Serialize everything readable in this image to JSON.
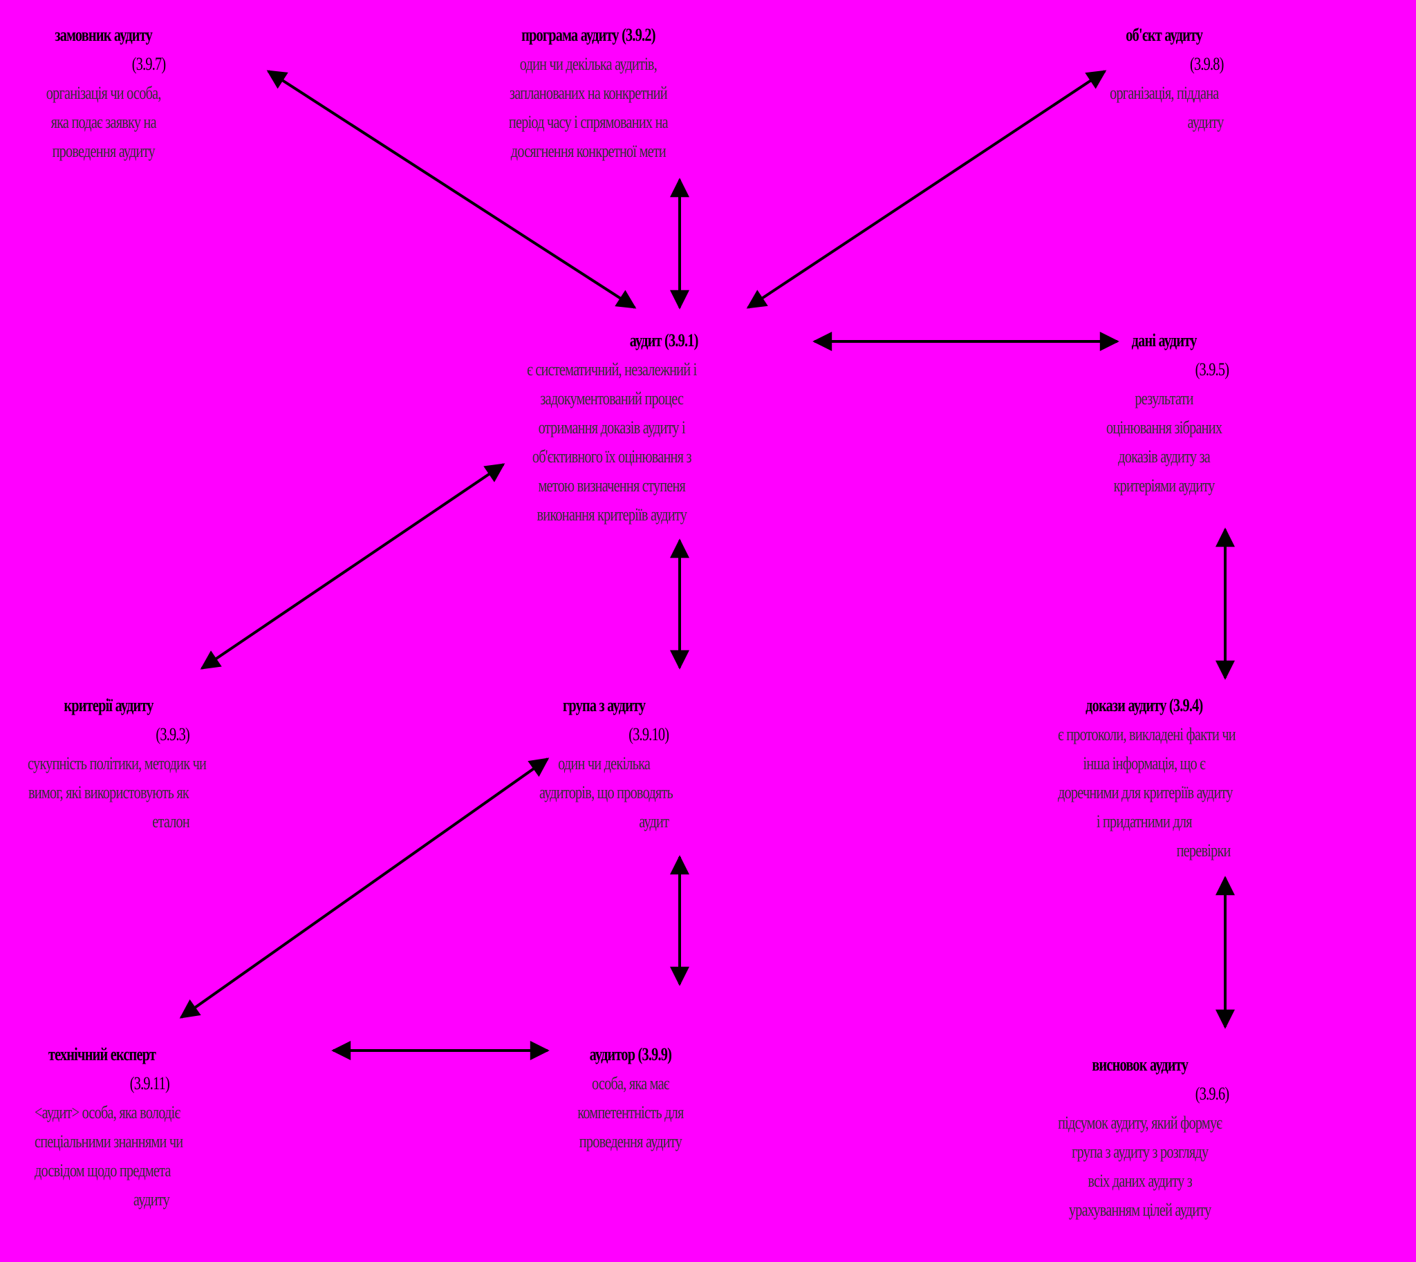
{
  "colors": {
    "background": "#FF00FF",
    "ink": "#000000"
  },
  "nodes": {
    "customer": {
      "title": "замовник аудиту",
      "code": "(3.9.7)",
      "desc": [
        "організація чи особа,",
        "яка подає заявку на",
        "проведення аудиту"
      ]
    },
    "program": {
      "title": "програма аудиту (3.9.2)",
      "desc": [
        "один чи декілька аудитів,",
        "запланованих на конкретний",
        "період часу і спрямованих на",
        "досягнення конкретної мети"
      ]
    },
    "object": {
      "title": "об'єкт аудиту",
      "code": "(3.9.8)",
      "desc": [
        "організація, піддана",
        "аудиту"
      ]
    },
    "audit": {
      "title": "аудит (3.9.1)",
      "desc": [
        "є систематичний, незалежний і",
        "задокументований процес",
        "отримання доказів аудиту і",
        "об'єктивного їх оцінювання з",
        "метою визначення ступеня",
        "виконання критеріїв аудиту"
      ]
    },
    "findings": {
      "title": "дані аудиту",
      "code": "(3.9.5)",
      "desc": [
        "результати",
        "оцінювання зібраних",
        "доказів аудиту за",
        "критеріями аудиту"
      ]
    },
    "criteria": {
      "title": "критерії аудиту",
      "code": "(3.9.3)",
      "desc": [
        "сукупність політики, методик чи",
        "вимог, які використовують як",
        "еталон"
      ]
    },
    "team": {
      "title": "група з аудиту",
      "code": "(3.9.10)",
      "desc": [
        "один чи декілька",
        "аудиторів, що проводять",
        "аудит"
      ]
    },
    "evidence": {
      "title": "докази аудиту (3.9.4)",
      "desc": [
        "є протоколи, викладені факти чи",
        "інша інформація, що є",
        "доречними для критеріїв аудиту",
        "і придатними для",
        "перевірки"
      ]
    },
    "expert": {
      "title": "технічний експерт",
      "code": "(3.9.11)",
      "desc": [
        "<аудит> особа, яка володіє",
        "спеціальними знаннями чи",
        "досвідом щодо предмета",
        "аудиту"
      ]
    },
    "auditor": {
      "title": "аудитор (3.9.9)",
      "desc": [
        "особа, яка має",
        "компетентність для",
        "проведення аудиту"
      ]
    },
    "conclusion": {
      "title": "висновок аудиту",
      "code": "(3.9.6)",
      "desc": [
        "підсумок аудиту, який формує",
        "група з аудиту з розгляду",
        "всіх даних аудиту з",
        "урахуванням цілей аудиту"
      ]
    }
  }
}
